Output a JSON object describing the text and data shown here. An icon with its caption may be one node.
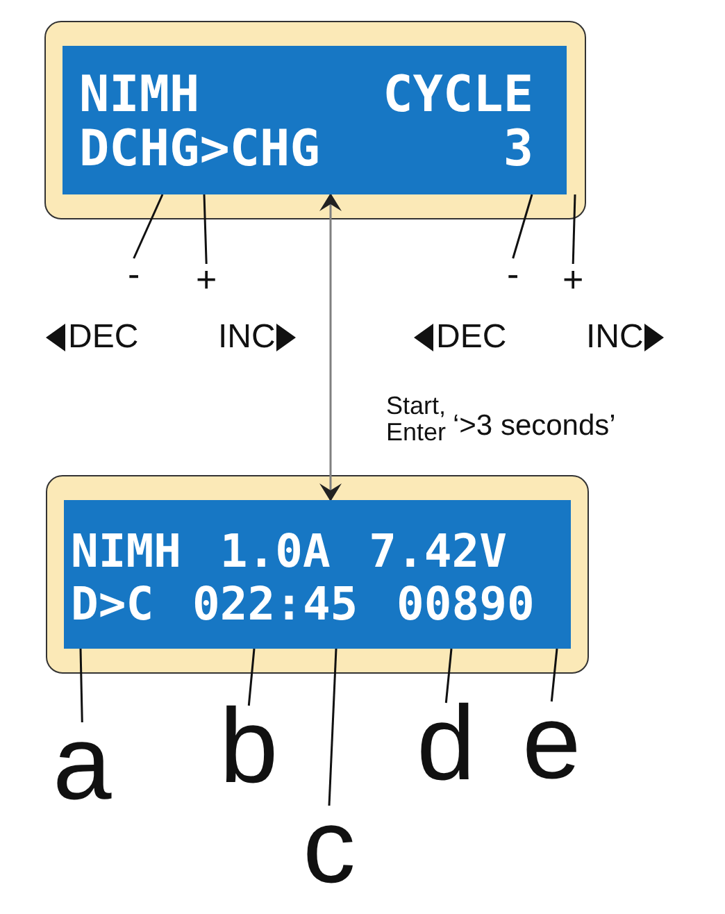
{
  "diagram": {
    "nodes": [
      {
        "text": [
          "NIMH",
          "CYCLE",
          "DCHG>CHG",
          "3"
        ]
      },
      {
        "text": [
          "-"
        ]
      },
      {
        "text": [
          "+"
        ]
      },
      {
        "text": [
          "-"
        ]
      },
      {
        "text": [
          "+"
        ]
      },
      {
        "text": [
          "NIMH 1.0A 7.42V",
          "D>C 022:45 00890"
        ]
      },
      {
        "text": [
          "a"
        ]
      },
      {
        "text": [
          "b"
        ]
      },
      {
        "text": [
          "c"
        ]
      },
      {
        "text": [
          "d"
        ]
      },
      {
        "text": [
          "e"
        ]
      }
    ],
    "edges": [
      {
        "from": 1,
        "to": 0,
        "arrow": "none"
      },
      {
        "from": 2,
        "to": 0,
        "arrow": "none"
      },
      {
        "from": 3,
        "to": 0,
        "arrow": "none"
      },
      {
        "from": 4,
        "to": 0,
        "arrow": "none"
      },
      {
        "from": 0,
        "to": 5,
        "arrow": "both",
        "color": "#808080"
      },
      {
        "from": 6,
        "to": 5,
        "arrow": "none"
      },
      {
        "from": 7,
        "to": 5,
        "arrow": "none"
      },
      {
        "from": 8,
        "to": 5,
        "arrow": "none"
      },
      {
        "from": 9,
        "to": 5,
        "arrow": "none"
      },
      {
        "from": 10,
        "to": 5,
        "arrow": "none"
      }
    ],
    "labels": [
      "DEC",
      "INC",
      "DEC",
      "INC",
      "Start, Enter",
      "‘>3 seconds’"
    ]
  }
}
